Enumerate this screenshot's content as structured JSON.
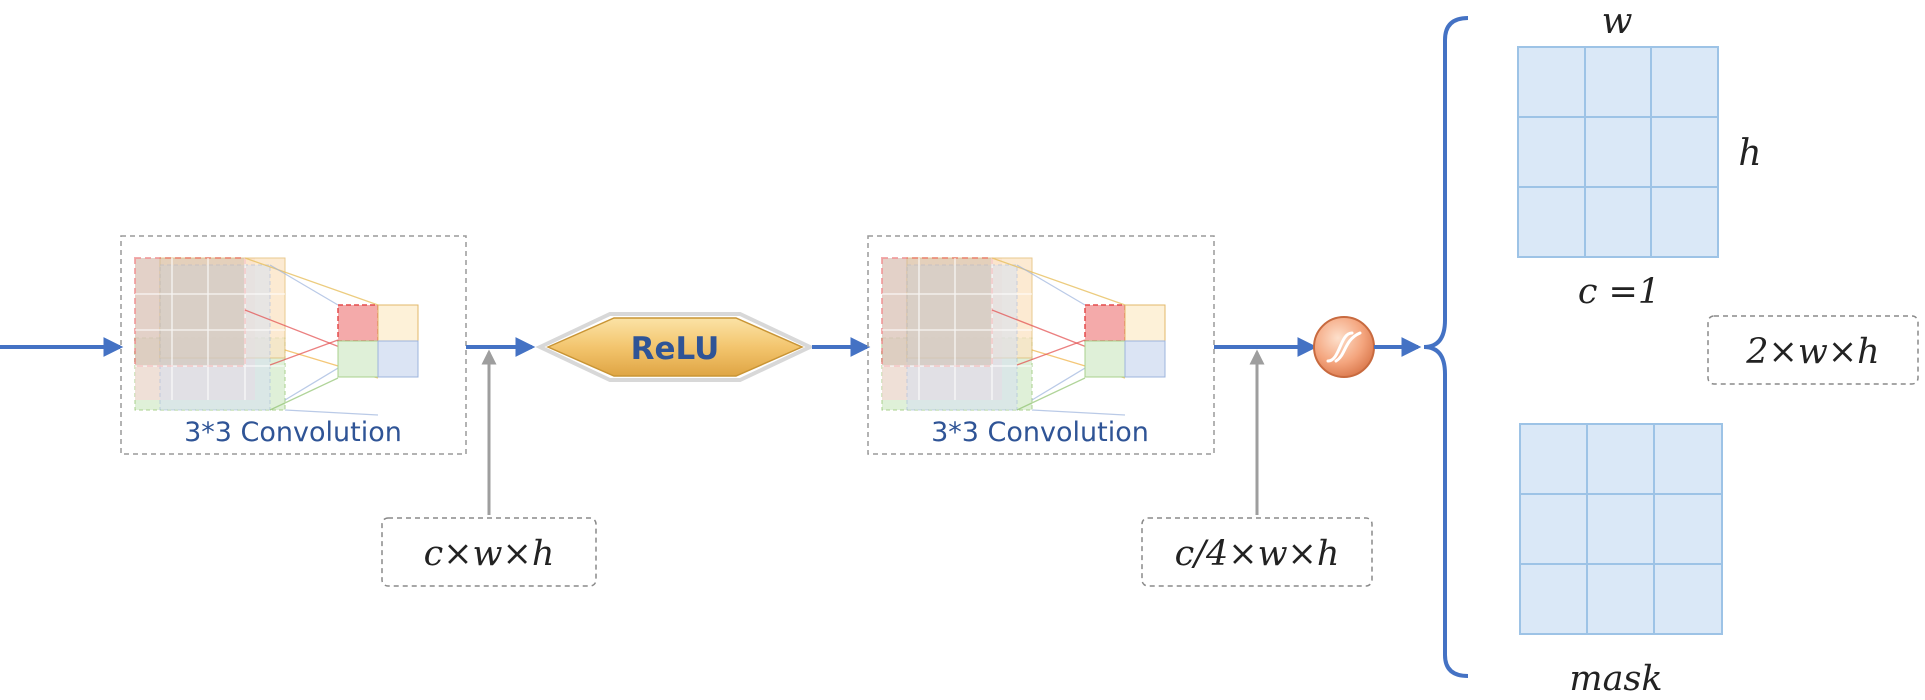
{
  "colors": {
    "flow_arrow": "#4472c4",
    "label_text": "#2f5496",
    "pointer_arrow": "#9e9e9e",
    "dashed_box": "#9a9a9a",
    "grid_fill": "#dae8f7",
    "grid_line": "#9dc3e6",
    "relu_fill": "#f2c36b",
    "sigmoid_fill": "#f4a57e",
    "text_dark": "#222222"
  },
  "blocks": {
    "conv1": {
      "label": "3*3 Convolution"
    },
    "relu": {
      "label": "ReLU"
    },
    "conv2": {
      "label": "3*3 Convolution"
    },
    "sigmoid": {
      "icon": "sigmoid-icon"
    }
  },
  "shape_labels": {
    "after_conv1": "c×w×h",
    "after_conv2": "c/4×w×h",
    "output_total": "2×w×h"
  },
  "outputs": {
    "top_grid": {
      "width_label": "w",
      "height_label": "h",
      "channel_label": "c =1"
    },
    "bottom_grid": {
      "label": "mask"
    }
  }
}
